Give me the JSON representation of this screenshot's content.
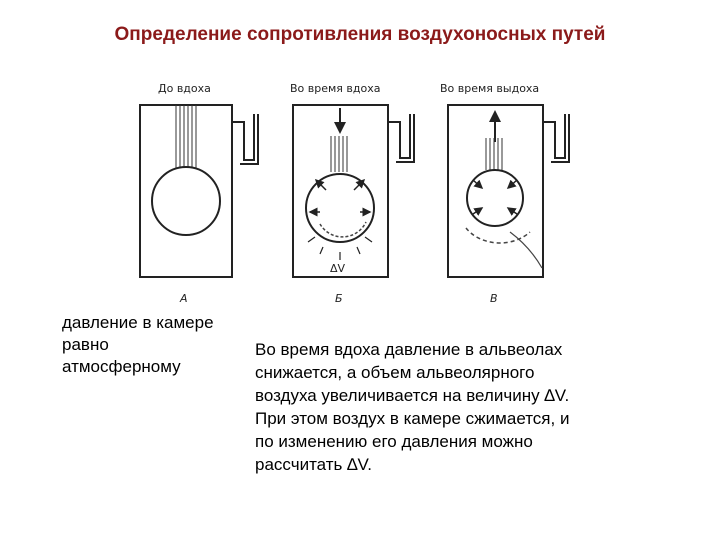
{
  "title": "Определение сопротивления воздухоносных путей",
  "panels": [
    {
      "header": "До вдоха",
      "letter": "А"
    },
    {
      "header": "Во время вдоха",
      "letter": "Б",
      "delta_label": "ΔV"
    },
    {
      "header": "Во время выдоха",
      "letter": "В"
    }
  ],
  "left_caption": "давление в камере равно атмосферному",
  "main_text": {
    "line1": "Во время вдоха давление в альвеолах",
    "line2": "снижается, а объем альвеолярного",
    "line3": "воздуха увеличивается на величину ∆V.",
    "line4": "При этом воздух в камере сжимается, и",
    "line5": "по изменению его давления можно",
    "line6": "рассчитать ∆V."
  }
}
